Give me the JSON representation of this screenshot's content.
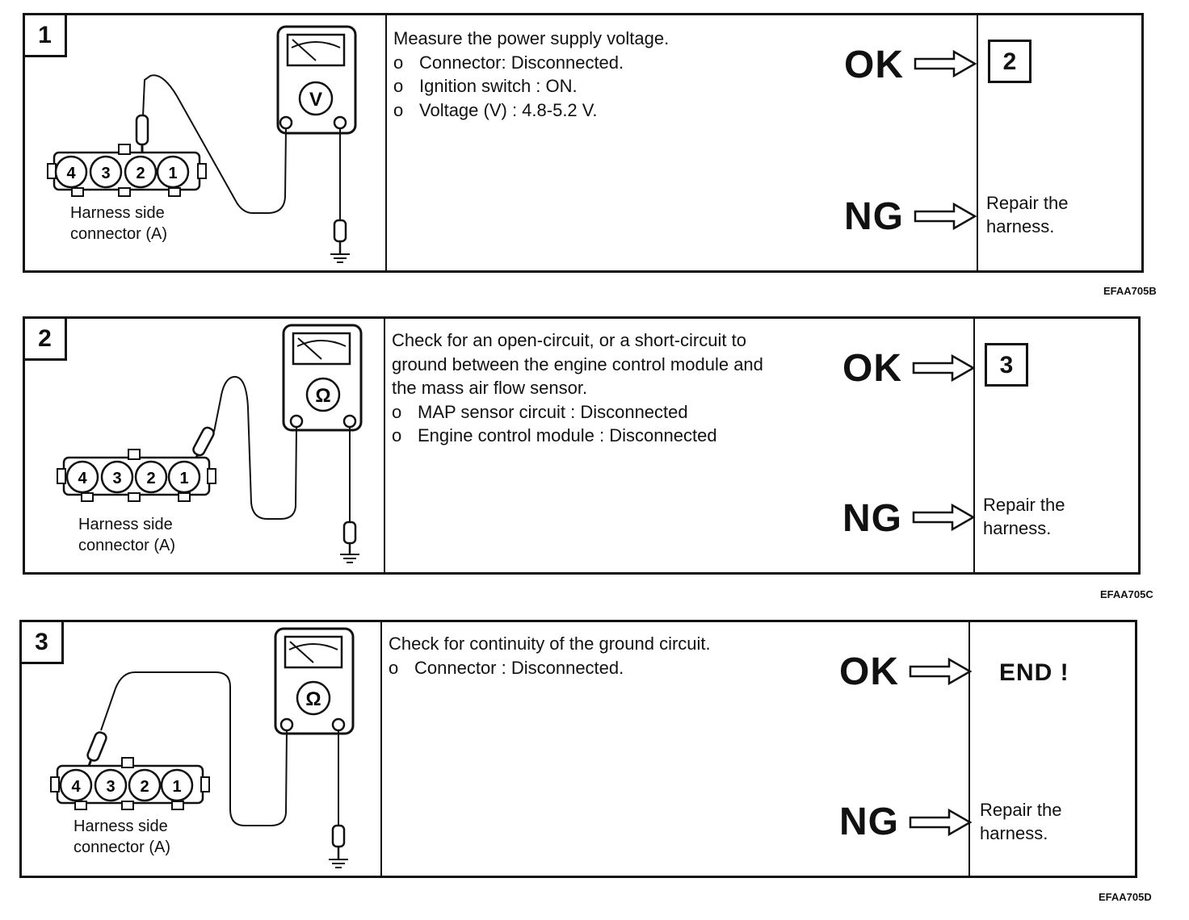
{
  "steps": [
    {
      "number": "1",
      "meter_symbol": "V",
      "harness_label": [
        "Harness side",
        "connector (A)"
      ],
      "pins": [
        "4",
        "3",
        "2",
        "1"
      ],
      "probe_pin": "2",
      "heading": "Measure the power supply voltage.",
      "items": [
        {
          "bullet": "o",
          "text": "Connector: Disconnected."
        },
        {
          "bullet": "o",
          "text": "Ignition switch : ON."
        },
        {
          "bullet": "o",
          "text": "Voltage (V) : 4.8-5.2 V."
        }
      ],
      "ok_label": "OK",
      "ng_label": "NG",
      "ok_result": "2",
      "ng_result": [
        "Repair the",
        "harness."
      ],
      "figure_code": "EFAA705B"
    },
    {
      "number": "2",
      "meter_symbol": "Ω",
      "harness_label": [
        "Harness side",
        "connector (A)"
      ],
      "pins": [
        "4",
        "3",
        "2",
        "1"
      ],
      "probe_pin": "1",
      "heading_lines": [
        "Check for an open-circuit, or a short-circuit to",
        "ground between the engine control module and",
        "the mass air flow sensor."
      ],
      "items": [
        {
          "bullet": "o",
          "text": "MAP sensor circuit : Disconnected"
        },
        {
          "bullet": "o",
          "text": "Engine control module : Disconnected"
        }
      ],
      "ok_label": "OK",
      "ng_label": "NG",
      "ok_result": "3",
      "ng_result": [
        "Repair the",
        "harness."
      ],
      "figure_code": "EFAA705C"
    },
    {
      "number": "3",
      "meter_symbol": "Ω",
      "harness_label": [
        "Harness side",
        "connector (A)"
      ],
      "pins": [
        "4",
        "3",
        "2",
        "1"
      ],
      "probe_pin": "4",
      "heading": "Check for continuity of the ground circuit.",
      "items": [
        {
          "bullet": "o",
          "text": "Connector : Disconnected."
        }
      ],
      "ok_label": "OK",
      "ng_label": "NG",
      "ok_result": "END !",
      "ng_result": [
        "Repair the",
        "harness."
      ],
      "figure_code": "EFAA705D"
    }
  ]
}
